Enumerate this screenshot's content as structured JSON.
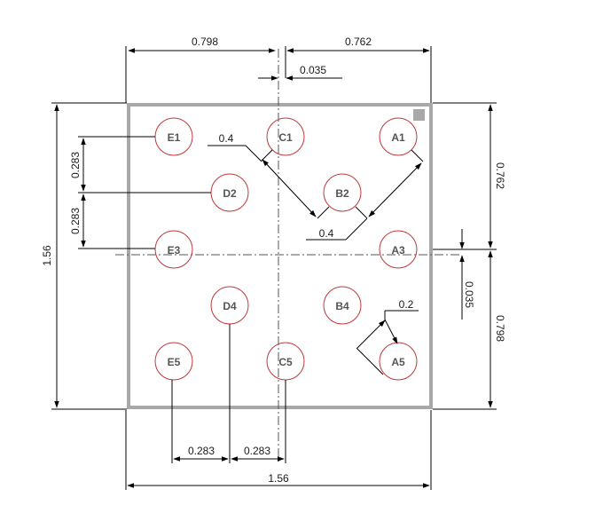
{
  "colors": {
    "outline": "#a8a8a8",
    "ball_stroke": "#c0393b",
    "pin1_marker": "#a8a8a8",
    "dimension": "#000000"
  },
  "balls": [
    {
      "label": "E1"
    },
    {
      "label": "C1"
    },
    {
      "label": "A1"
    },
    {
      "label": "D2"
    },
    {
      "label": "B2"
    },
    {
      "label": "E3"
    },
    {
      "label": "A3"
    },
    {
      "label": "D4"
    },
    {
      "label": "B4"
    },
    {
      "label": "E5"
    },
    {
      "label": "C5"
    },
    {
      "label": "A5"
    }
  ],
  "dimensions": {
    "top_left": "0.798",
    "top_right": "0.762",
    "center_offset_x": "0.035",
    "left_total": "1.56",
    "left_pitch_1": "0.283",
    "left_pitch_2": "0.283",
    "right_top": "0.762",
    "right_bottom": "0.798",
    "center_offset_y": "0.035",
    "bottom_pitch_1": "0.283",
    "bottom_pitch_2": "0.283",
    "bottom_total": "1.56",
    "diag_pitch_1": "0.4",
    "diag_pitch_2": "0.4",
    "ball_diameter": "0.2"
  }
}
